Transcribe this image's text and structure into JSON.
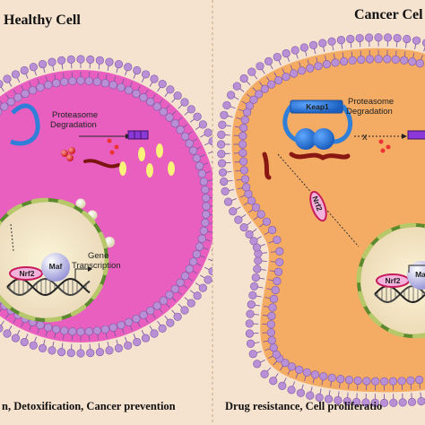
{
  "healthy": {
    "title": "Healthy Cell",
    "proteasome": "Proteasome",
    "degradation": "Degradation",
    "nrf2": "Nrf2",
    "maf": "Maf",
    "gene": "Gene",
    "transcription": "Transcription",
    "caption": "n, Detoxification, Cancer prevention"
  },
  "cancer": {
    "title": "Cancer Cel",
    "keap1": "Keap1",
    "proteasome": "Proteasome",
    "degradation": "Degradation",
    "nrf2_free": "Nrf2",
    "nrf2": "Nrf2",
    "maf": "Ma",
    "caption": "Drug resistance,  Cell proliferatio"
  },
  "colors": {
    "background": "#f6e3cf",
    "healthy_cytoplasm": "#e85fbf",
    "cancer_cytoplasm": "#f4ab63",
    "membrane_head": "#b98fd6",
    "keap1": "#2f7fd8",
    "nucleus_envelope": "#5b8a2e"
  }
}
